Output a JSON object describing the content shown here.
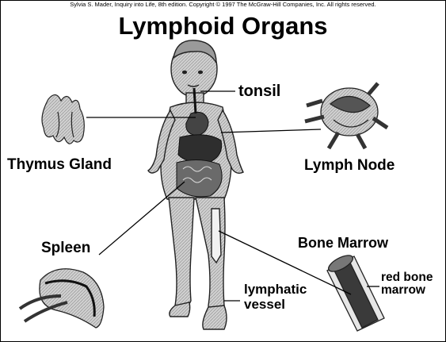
{
  "copyright": "Sylvia S. Mader, Inquiry into Life, 8th edition. Copyright © 1997 The McGraw-Hill Companies, Inc. All rights reserved.",
  "title": "Lymphoid Organs",
  "labels": {
    "tonsil": "tonsil",
    "thymus_gland": "Thymus Gland",
    "lymph_node": "Lymph Node",
    "spleen": "Spleen",
    "bone_marrow": "Bone Marrow",
    "red_bone_marrow_1": "red bone",
    "red_bone_marrow_2": "marrow",
    "lymphatic_vessel_1": "lymphatic",
    "lymphatic_vessel_2": "vessel"
  },
  "colors": {
    "ink": "#000000",
    "skin": "#c9c9c9",
    "organ_dark": "#3a3a3a",
    "background": "#ffffff"
  }
}
